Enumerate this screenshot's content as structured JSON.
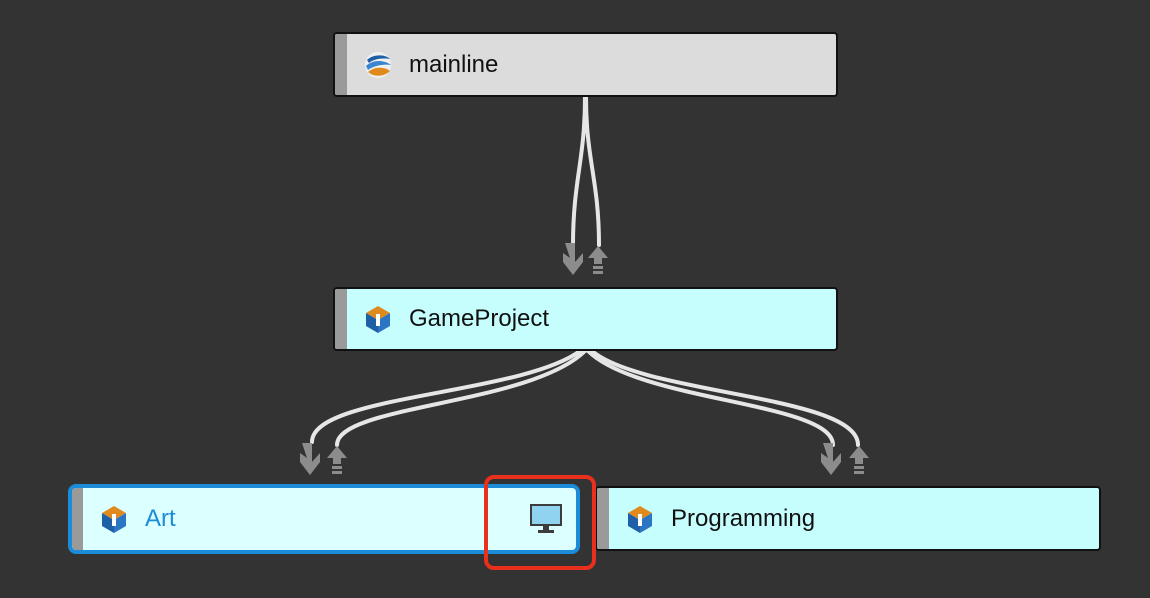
{
  "graph": {
    "nodes": {
      "mainline": {
        "label": "mainline",
        "type": "mainline",
        "icon": "mainline-stream-icon"
      },
      "gameproject": {
        "label": "GameProject",
        "type": "development",
        "icon": "development-stream-icon"
      },
      "art": {
        "label": "Art",
        "type": "development",
        "icon": "development-stream-icon",
        "selected": true,
        "has_workspace": true,
        "workspace_icon": "monitor-icon"
      },
      "programming": {
        "label": "Programming",
        "type": "development",
        "icon": "development-stream-icon"
      }
    },
    "edges": [
      {
        "from": "mainline",
        "to": "gameproject",
        "markers": [
          "merge-down-arrow",
          "copy-up-arrow"
        ]
      },
      {
        "from": "gameproject",
        "to": "art",
        "markers": [
          "merge-down-arrow",
          "copy-up-arrow"
        ]
      },
      {
        "from": "gameproject",
        "to": "programming",
        "markers": [
          "merge-down-arrow",
          "copy-up-arrow"
        ]
      }
    ]
  },
  "colors": {
    "background": "#333333",
    "mainline_fill": "#dcdcdc",
    "development_fill": "#c6fdfd",
    "selected_border": "#1a8cd8",
    "highlight": "#e8301c",
    "connector": "#e6e6e6",
    "arrow": "#8c8c8c"
  }
}
